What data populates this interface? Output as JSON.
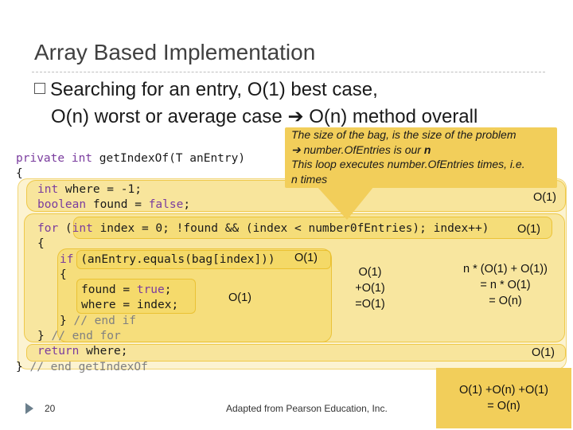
{
  "slide": {
    "title": "Array Based Implementation",
    "bullet_line1": "Searching for an entry,  O(1) best case,",
    "bullet_line2_a": "O(n) worst or average case ",
    "bullet_line2_b": " O(n) method overall",
    "number": "20",
    "footer": "Adapted from Pearson Education, Inc."
  },
  "callout": {
    "line1": "The size of the bag, is the size of the problem",
    "line2_prefix": " number.OfEntries is our ",
    "line2_var": "n",
    "line3": "This loop executes number.OfEntries times, i.e.",
    "line4": "n times"
  },
  "code": {
    "l1_kw": "private int ",
    "l1_rest": "getIndexOf(T anEntry)",
    "l2": "{",
    "l3_kw": "int ",
    "l3_rest": "where = -1;",
    "l4_kw": "boolean ",
    "l4_a": "found = ",
    "l4_lit": "false",
    "l4_b": ";",
    "l5_kw": "for ",
    "l5_a": "(",
    "l5_kw2": "int ",
    "l5_rest": "index = 0; !found && (index < number0fEntries); index++)",
    "l6": "{",
    "l7_kw": "if ",
    "l7_rest": "(anEntry.equals(bag[index]))",
    "l8": "{",
    "l9_a": "found = ",
    "l9_lit": "true",
    "l9_b": ";",
    "l10": "where = index;",
    "l11_a": "} ",
    "l11_cm": "// end if",
    "l12_a": "} ",
    "l12_cm": "// end for",
    "l13_kw": "return ",
    "l13_rest": "where;",
    "l14_a": "} ",
    "l14_cm": "// end getIndexOf"
  },
  "annotations": {
    "init": "O(1)",
    "for_header": "O(1)",
    "if_test": "O(1)",
    "if_body": "O(1)",
    "if_total_1": "O(1)",
    "if_total_2": "+O(1)",
    "if_total_3": "=O(1)",
    "loop_1": "n * (O(1) + O(1))",
    "loop_2": "= n * O(1)",
    "loop_3": "= O(n)",
    "ret": "O(1)",
    "final_1": "O(1) +O(n) +O(1)",
    "final_2": "= O(n)"
  },
  "colors": {
    "highlight": "#f2ce5a",
    "keyword": "#7a3c9e",
    "comment": "#808080"
  }
}
